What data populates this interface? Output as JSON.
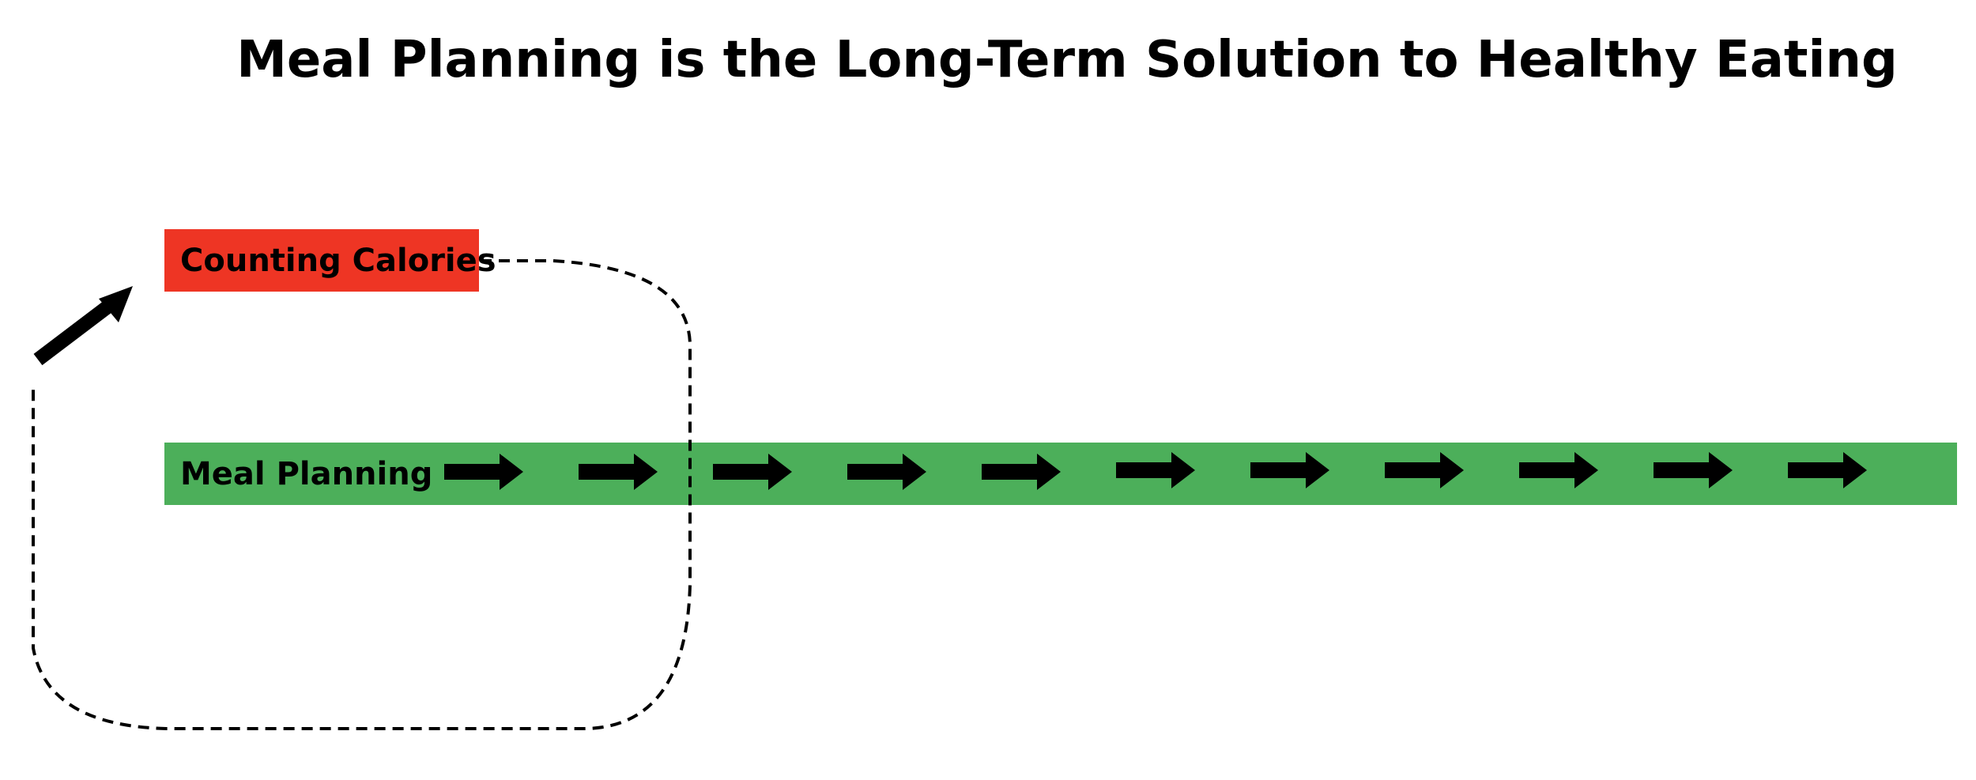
{
  "title": "Meal Planning is the Long-Term Solution to Healthy Eating",
  "boxes": {
    "counting_calories": {
      "label": "Counting Calories",
      "color": "#ee3524"
    },
    "meal_planning": {
      "label": "Meal Planning",
      "color": "#4caf5a"
    }
  },
  "progress_arrow_count": 11,
  "arrow_color": "#000000",
  "cycle_line_style": "dashed"
}
